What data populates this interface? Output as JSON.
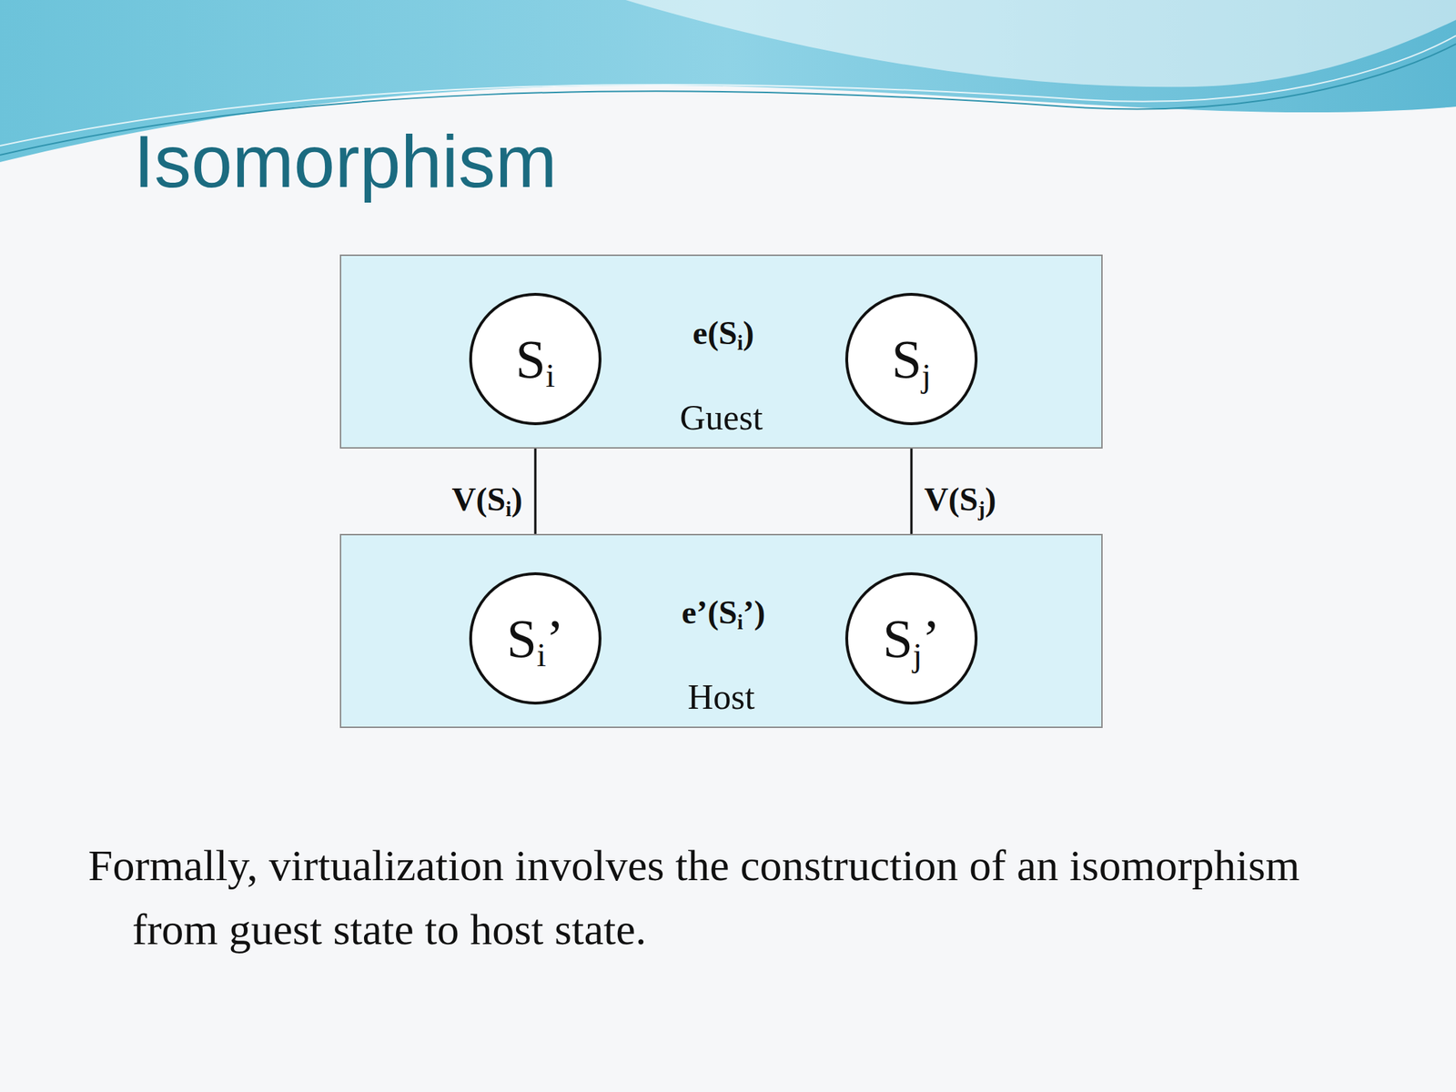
{
  "diagram": {
    "title": "Isomorphism",
    "caption": "Formally, virtualization involves the construction of an isomorphism from guest state to host state.",
    "nodes": [
      {
        "text": [
          "Guest"
        ]
      },
      {
        "text": [
          "Si"
        ],
        "in": 0
      },
      {
        "text": [
          "Sj"
        ],
        "in": 0
      },
      {
        "text": [
          "Host"
        ]
      },
      {
        "text": [
          "Si’"
        ],
        "in": 3
      },
      {
        "text": [
          "Sj’"
        ],
        "in": 3
      }
    ],
    "edges": [
      {
        "from": 1,
        "to": 2,
        "arrow": "to",
        "label": "e(Si)"
      },
      {
        "from": 1,
        "to": 4,
        "arrow": "to",
        "label": "V(Si)"
      },
      {
        "from": 2,
        "to": 5,
        "arrow": "to",
        "label": "V(Sj)"
      },
      {
        "from": 4,
        "to": 5,
        "arrow": "to",
        "label": "e’(Si’)"
      }
    ]
  }
}
